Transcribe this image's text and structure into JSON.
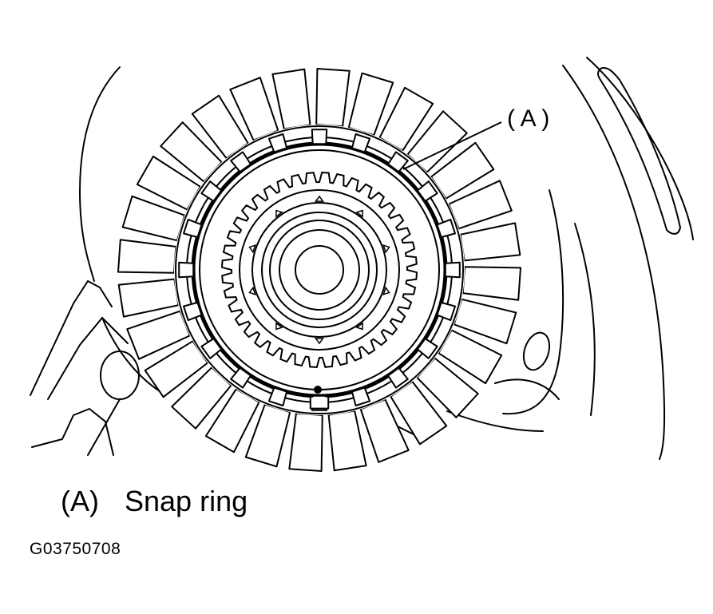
{
  "callout": {
    "label": "( A )"
  },
  "legend": {
    "key": "(A)",
    "text": "Snap ring"
  },
  "figure_id": "G03750708",
  "colors": {
    "line": "#000000",
    "background": "#ffffff"
  }
}
